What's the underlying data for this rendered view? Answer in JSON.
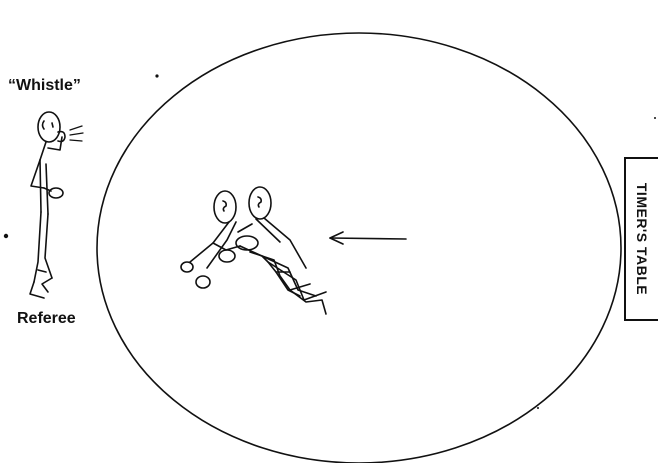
{
  "labels": {
    "whistle": "“Whistle”",
    "referee": "Referee",
    "timers_table": "TIMER'S TABLE"
  },
  "colors": {
    "ink": "#111111",
    "background": "#ffffff"
  },
  "icons": {
    "referee": "stick-figure-referee-blowing-whistle",
    "wrestlers": "two-stick-figure-wrestlers-in-referee-position",
    "arrow": "left-arrow",
    "sound": "whistle-sound-lines"
  }
}
